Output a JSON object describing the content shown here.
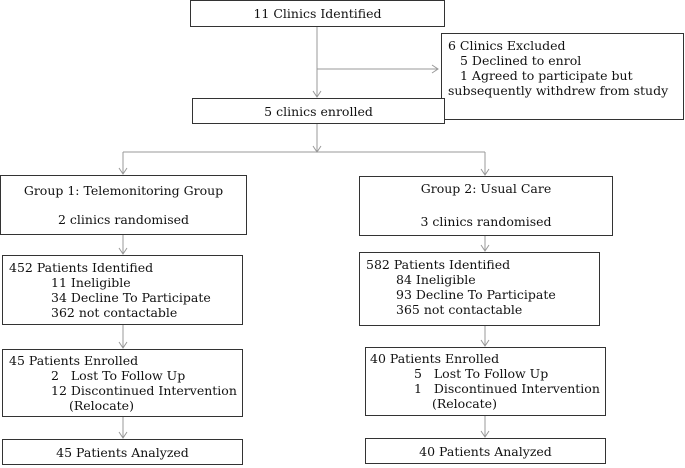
{
  "colors": {
    "border": "#333333",
    "arrow": "#999999",
    "text": "#111111"
  },
  "top": {
    "label": "11 Clinics Identified"
  },
  "excluded": {
    "title": "6 Clinics Excluded",
    "items": [
      "5 Declined to enrol",
      "1 Agreed to participate but",
      "subsequently withdrew from study"
    ]
  },
  "enrolled": {
    "label": "5 clinics enrolled"
  },
  "group1": {
    "title": "Group 1: Telemonitoring Group",
    "clinics": "2 clinics randomised",
    "identified": {
      "title": "452 Patients Identified",
      "items": [
        "11 Ineligible",
        "34 Decline To Participate",
        "362 not contactable"
      ]
    },
    "patients_enrolled": {
      "title": "45 Patients Enrolled",
      "items": [
        "2   Lost To Follow Up",
        "12 Discontinued Intervention",
        "(Relocate)"
      ]
    },
    "analyzed": "45 Patients Analyzed"
  },
  "group2": {
    "title": "Group 2: Usual Care",
    "clinics": "3 clinics randomised",
    "identified": {
      "title": "582 Patients Identified",
      "items": [
        "84 Ineligible",
        "93 Decline To Participate",
        "365 not contactable"
      ]
    },
    "patients_enrolled": {
      "title": "40 Patients Enrolled",
      "items": [
        "5   Lost To Follow Up",
        "1   Discontinued Intervention",
        "(Relocate)"
      ]
    },
    "analyzed": "40 Patients Analyzed"
  }
}
